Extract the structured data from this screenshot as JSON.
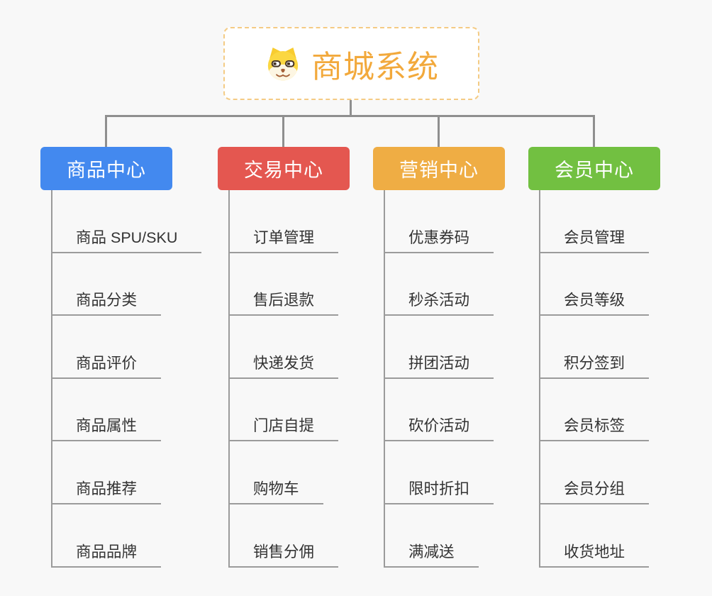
{
  "root": {
    "title": "商城系统",
    "icon": "dog-mascot-icon",
    "accent_color": "#F2A93C",
    "border_color": "#F4CB84"
  },
  "branches": [
    {
      "label": "商品中心",
      "color": "#4389EF",
      "children": [
        "商品 SPU/SKU",
        "商品分类",
        "商品评价",
        "商品属性",
        "商品推荐",
        "商品品牌"
      ]
    },
    {
      "label": "交易中心",
      "color": "#E45750",
      "children": [
        "订单管理",
        "售后退款",
        "快递发货",
        "门店自提",
        "购物车",
        "销售分佣"
      ]
    },
    {
      "label": "营销中心",
      "color": "#EFAD44",
      "children": [
        "优惠券码",
        "秒杀活动",
        "拼团活动",
        "砍价活动",
        "限时折扣",
        "满减送"
      ]
    },
    {
      "label": "会员中心",
      "color": "#72C041",
      "children": [
        "会员管理",
        "会员等级",
        "积分签到",
        "会员标签",
        "会员分组",
        "收货地址"
      ]
    }
  ],
  "css_vars": {
    "--bg": "#F8F8F8",
    "--connector": "#8F8F8F",
    "--leafline": "#9B9B9B",
    "--leaftext": "#333333"
  }
}
